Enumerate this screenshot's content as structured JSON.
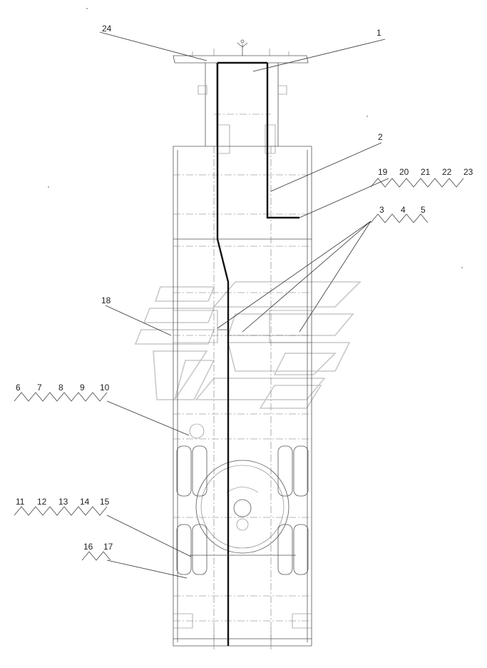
{
  "drawing": {
    "callouts": {
      "c1": "1",
      "c2": "2",
      "c3": "3",
      "c4": "4",
      "c5": "5",
      "c6": "6",
      "c7": "7",
      "c8": "8",
      "c9": "9",
      "c10": "10",
      "c11": "11",
      "c12": "12",
      "c13": "13",
      "c14": "14",
      "c15": "15",
      "c16": "16",
      "c17": "17",
      "c18": "18",
      "c19": "19",
      "c20": "20",
      "c21": "21",
      "c22": "22",
      "c23": "23",
      "c24": "24"
    }
  }
}
